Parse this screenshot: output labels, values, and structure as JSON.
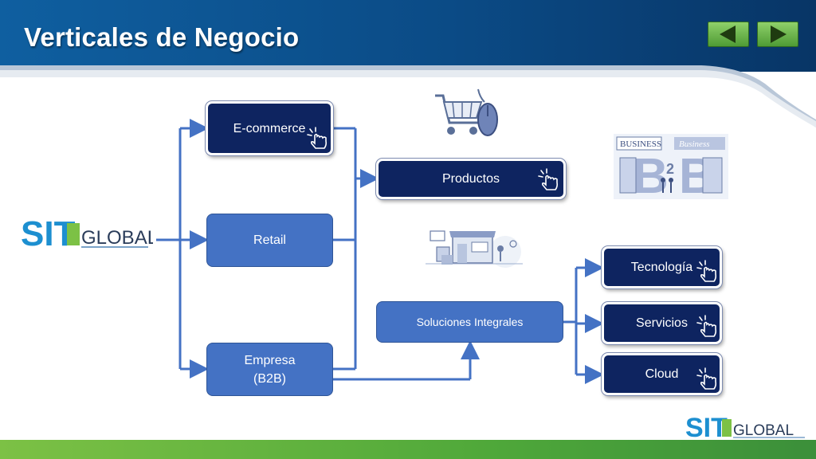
{
  "header": {
    "title": "Verticales de Negocio"
  },
  "nav": {
    "prev_icon": "triangle-left-icon",
    "next_icon": "triangle-right-icon"
  },
  "logo": {
    "brand_left": "SIT",
    "brand_right": "GLOBAL",
    "icon": "sit-global-logo"
  },
  "nodes": {
    "ecommerce": "E-commerce",
    "retail": "Retail",
    "empresa_line1": "Empresa",
    "empresa_line2": "(B2B)",
    "productos": "Productos",
    "soluciones": "Soluciones Integrales",
    "tecnologia": "Tecnología",
    "servicios": "Servicios",
    "cloud": "Cloud"
  },
  "illustrations": {
    "cart": "shopping-cart-mouse-icon",
    "store": "storefront-illustration",
    "b2b": "business-b2b-illustration",
    "b2b_text_1": "BUSINESS",
    "b2b_text_2": "Business"
  },
  "colors": {
    "header": "#0b4b86",
    "dark_box": "#0e2460",
    "light_box": "#4472c4",
    "connector": "#4472c4",
    "nav_button": "#5aa83c",
    "bottom_bar": "#5cb03c"
  }
}
